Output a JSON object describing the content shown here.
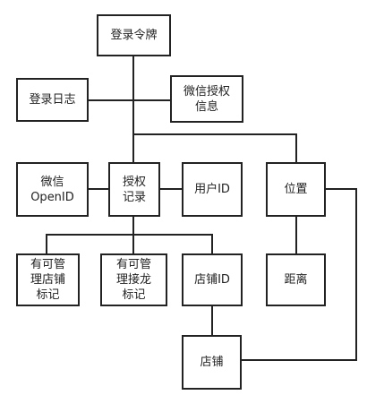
{
  "nodes": {
    "login_token": "登录令牌",
    "login_log": "登录日志",
    "wechat_auth_info": "微信授权\n信息",
    "wechat_openid": "微信\nOpenID",
    "auth_record": "授权\n记录",
    "user_id": "用户ID",
    "location": "位置",
    "manageable_store_flag": "有可管\n理店铺\n标记",
    "manageable_relay_flag": "有可管\n理接龙\n标记",
    "store_id": "店铺ID",
    "distance": "距离",
    "store": "店铺"
  },
  "colors": {
    "line": "#222222",
    "box_border": "#222222",
    "background": "#ffffff"
  }
}
